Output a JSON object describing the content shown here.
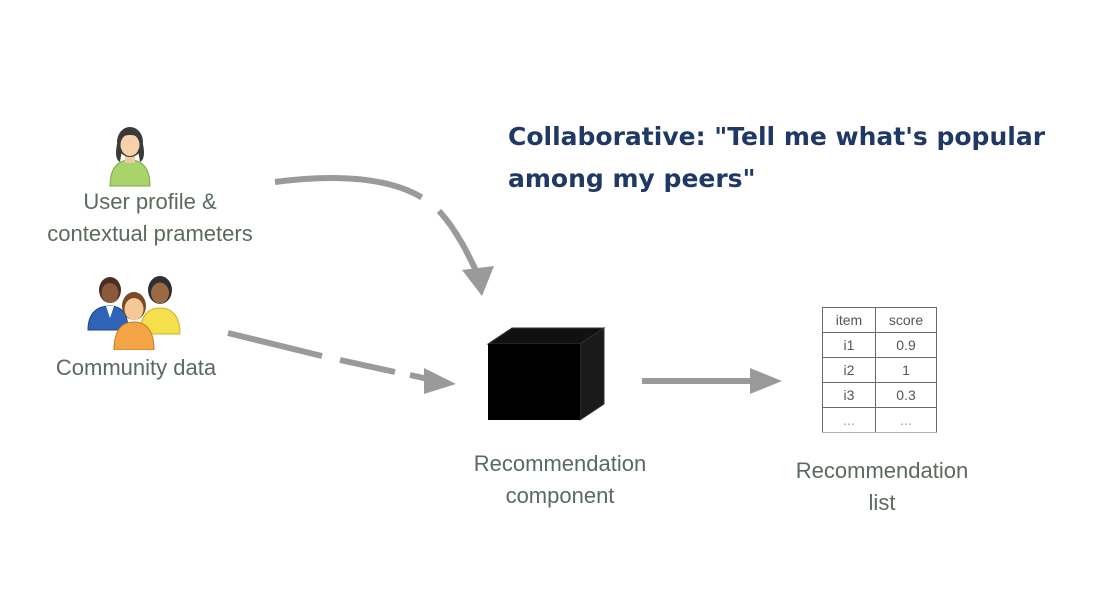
{
  "headline": {
    "line1": "Collaborative: \"Tell me what's popular",
    "line2": "among my peers\""
  },
  "inputs": {
    "user_profile": {
      "line1": "User profile &",
      "line2": "contextual prameters",
      "icon": "user-icon"
    },
    "community": {
      "label": "Community data",
      "icon": "users-group-icon"
    }
  },
  "component": {
    "line1": "Recommendation",
    "line2": "component",
    "icon": "black-box-icon"
  },
  "output": {
    "line1": "Recommendation",
    "line2": "list",
    "table": {
      "headers": [
        "item",
        "score"
      ],
      "rows": [
        [
          "i1",
          "0.9"
        ],
        [
          "i2",
          "1"
        ],
        [
          "i3",
          "0.3"
        ],
        [
          "...",
          "..."
        ]
      ]
    }
  },
  "colors": {
    "headline": "#1f3864",
    "label": "#5b6a5e",
    "arrow": "#9a9a9a",
    "box": "#000000"
  }
}
